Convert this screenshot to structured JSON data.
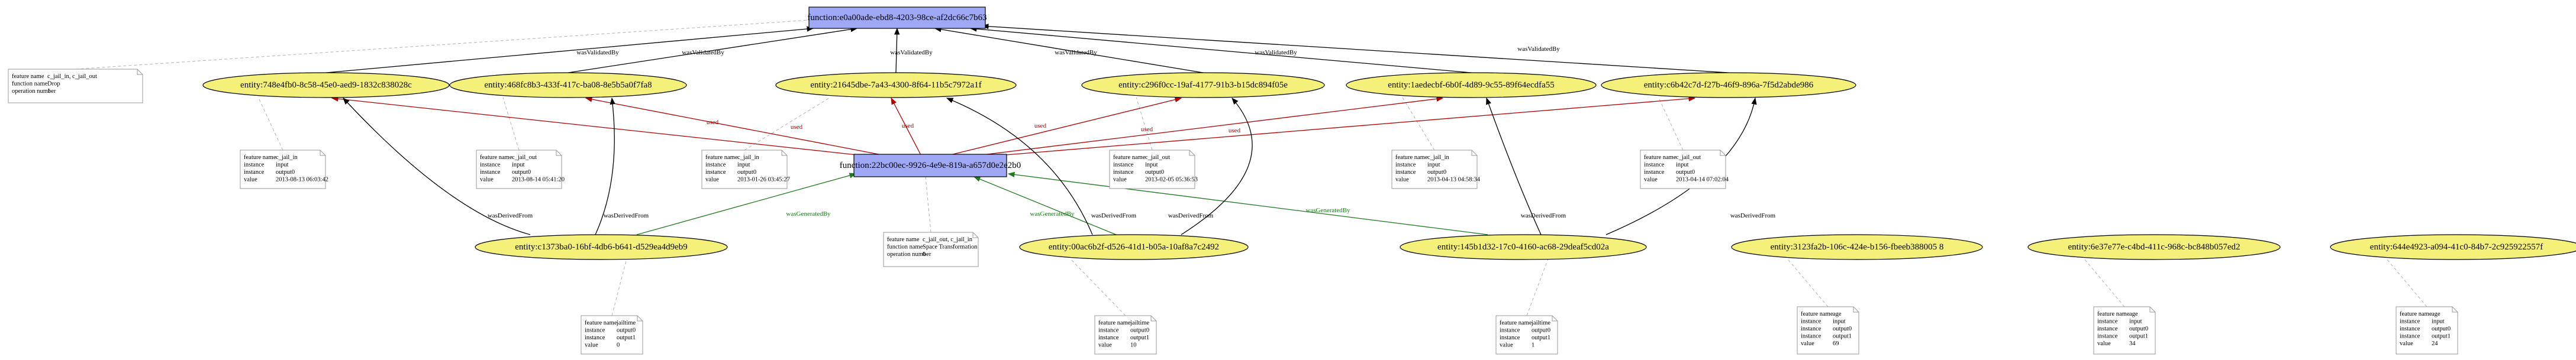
{
  "colors": {
    "activity_fill": "#9fa8f5",
    "entity_fill": "#f5f07a",
    "note_border": "#9a9a9a",
    "black_edge": "#000000",
    "red_edge": "#b00000",
    "green_edge": "#1e7a1e",
    "dashed_edge": "#b8b8b8"
  },
  "activities": {
    "top": {
      "label": "function:e0a00ade-ebd8-4203-98ce-af2dc66c7b63"
    },
    "mid": {
      "label": "function:22bc00ec-9926-4e9e-819a-a657d0e2e2b0"
    }
  },
  "entities": [
    {
      "id": "e1",
      "label": "entity:748e4fb0-8c58-45e0-aed9-1832c838028c"
    },
    {
      "id": "e2",
      "label": "entity:468fc8b3-433f-417c-ba08-8e5b5a0f7fa8"
    },
    {
      "id": "e3",
      "label": "entity:21645dbe-7a43-4300-8f64-11b5c7972a1f"
    },
    {
      "id": "e4",
      "label": "entity:c296f0cc-19af-4177-91b3-b15dc894f05e"
    },
    {
      "id": "e5",
      "label": "entity:1aedecbf-6b0f-4d89-9c55-89f64ecdfa55"
    },
    {
      "id": "e6",
      "label": "entity:c6b42c7d-f27b-46f9-896a-7f5d2abde986"
    },
    {
      "id": "e7",
      "label": "entity:c1373ba0-16bf-4db6-b641-d529ea4d9eb9"
    },
    {
      "id": "e8",
      "label": "entity:00ac6b2f-d526-41d1-b05a-10af8a7c2492"
    },
    {
      "id": "e9",
      "label": "entity:145b1d32-17c0-4160-ac68-29deaf5cd02a"
    },
    {
      "id": "e10",
      "label": "entity:3123fa2b-106c-424e-b156-fbeeb388005 8"
    },
    {
      "id": "e11",
      "label": "entity:6e37e77e-c4bd-411c-968c-bc848b057ed2"
    },
    {
      "id": "e12",
      "label": "entity:644e4923-a094-41c0-84b7-2c925922557f"
    }
  ],
  "edge_labels": {
    "was_validated_by": "wasValidatedBy",
    "used": "used",
    "was_generated_by": "wasGeneratedBy",
    "was_derived_from": "wasDerivedFrom"
  },
  "notes": [
    {
      "id": "n_top",
      "lines": [
        [
          "feature name",
          "c_jail_in, c_jail_out"
        ],
        [
          "function name",
          "Drop"
        ],
        [
          "operation number",
          "1"
        ]
      ]
    },
    {
      "id": "n_mid",
      "lines": [
        [
          "feature name",
          "c_jail_out, c_jail_in"
        ],
        [
          "function name",
          "Space Transformation"
        ],
        [
          "operation number",
          "0"
        ]
      ]
    },
    {
      "id": "n_e1",
      "lines": [
        [
          "feature name",
          "c_jail_in"
        ],
        [
          "instance",
          "input"
        ],
        [
          "instance",
          "output0"
        ],
        [
          "value",
          "2013-08-13 06:03:42"
        ]
      ]
    },
    {
      "id": "n_e2",
      "lines": [
        [
          "feature name",
          "c_jail_out"
        ],
        [
          "instance",
          "input"
        ],
        [
          "instance",
          "output0"
        ],
        [
          "value",
          "2013-08-14 05:41:20"
        ]
      ]
    },
    {
      "id": "n_e3",
      "lines": [
        [
          "feature name",
          "c_jail_in"
        ],
        [
          "instance",
          "input"
        ],
        [
          "instance",
          "output0"
        ],
        [
          "value",
          "2013-01-26 03:45:27"
        ]
      ]
    },
    {
      "id": "n_e4",
      "lines": [
        [
          "feature name",
          "c_jail_out"
        ],
        [
          "instance",
          "input"
        ],
        [
          "instance",
          "output0"
        ],
        [
          "value",
          "2013-02-05 05:36:53"
        ]
      ]
    },
    {
      "id": "n_e5",
      "lines": [
        [
          "feature name",
          "c_jail_in"
        ],
        [
          "instance",
          "input"
        ],
        [
          "instance",
          "output0"
        ],
        [
          "value",
          "2013-04-13 04:58:34"
        ]
      ]
    },
    {
      "id": "n_e6",
      "lines": [
        [
          "feature name",
          "c_jail_out"
        ],
        [
          "instance",
          "input"
        ],
        [
          "instance",
          "output0"
        ],
        [
          "value",
          "2013-04-14 07:02:04"
        ]
      ]
    },
    {
      "id": "n_e7",
      "lines": [
        [
          "feature name",
          "jailtime"
        ],
        [
          "instance",
          "output0"
        ],
        [
          "instance",
          "output1"
        ],
        [
          "value",
          "0"
        ]
      ]
    },
    {
      "id": "n_e8",
      "lines": [
        [
          "feature name",
          "jailtime"
        ],
        [
          "instance",
          "output0"
        ],
        [
          "instance",
          "output1"
        ],
        [
          "value",
          "10"
        ]
      ]
    },
    {
      "id": "n_e9",
      "lines": [
        [
          "feature name",
          "jailtime"
        ],
        [
          "instance",
          "output0"
        ],
        [
          "instance",
          "output1"
        ],
        [
          "value",
          "1"
        ]
      ]
    },
    {
      "id": "n_e10",
      "lines": [
        [
          "feature name",
          "age"
        ],
        [
          "instance",
          "input"
        ],
        [
          "instance",
          "output0"
        ],
        [
          "instance",
          "output1"
        ],
        [
          "value",
          "69"
        ]
      ]
    },
    {
      "id": "n_e11",
      "lines": [
        [
          "feature name",
          "age"
        ],
        [
          "instance",
          "input"
        ],
        [
          "instance",
          "output0"
        ],
        [
          "instance",
          "output1"
        ],
        [
          "value",
          "34"
        ]
      ]
    },
    {
      "id": "n_e12",
      "lines": [
        [
          "feature name",
          "age"
        ],
        [
          "instance",
          "input"
        ],
        [
          "instance",
          "output0"
        ],
        [
          "instance",
          "output1"
        ],
        [
          "value",
          "24"
        ]
      ]
    }
  ]
}
